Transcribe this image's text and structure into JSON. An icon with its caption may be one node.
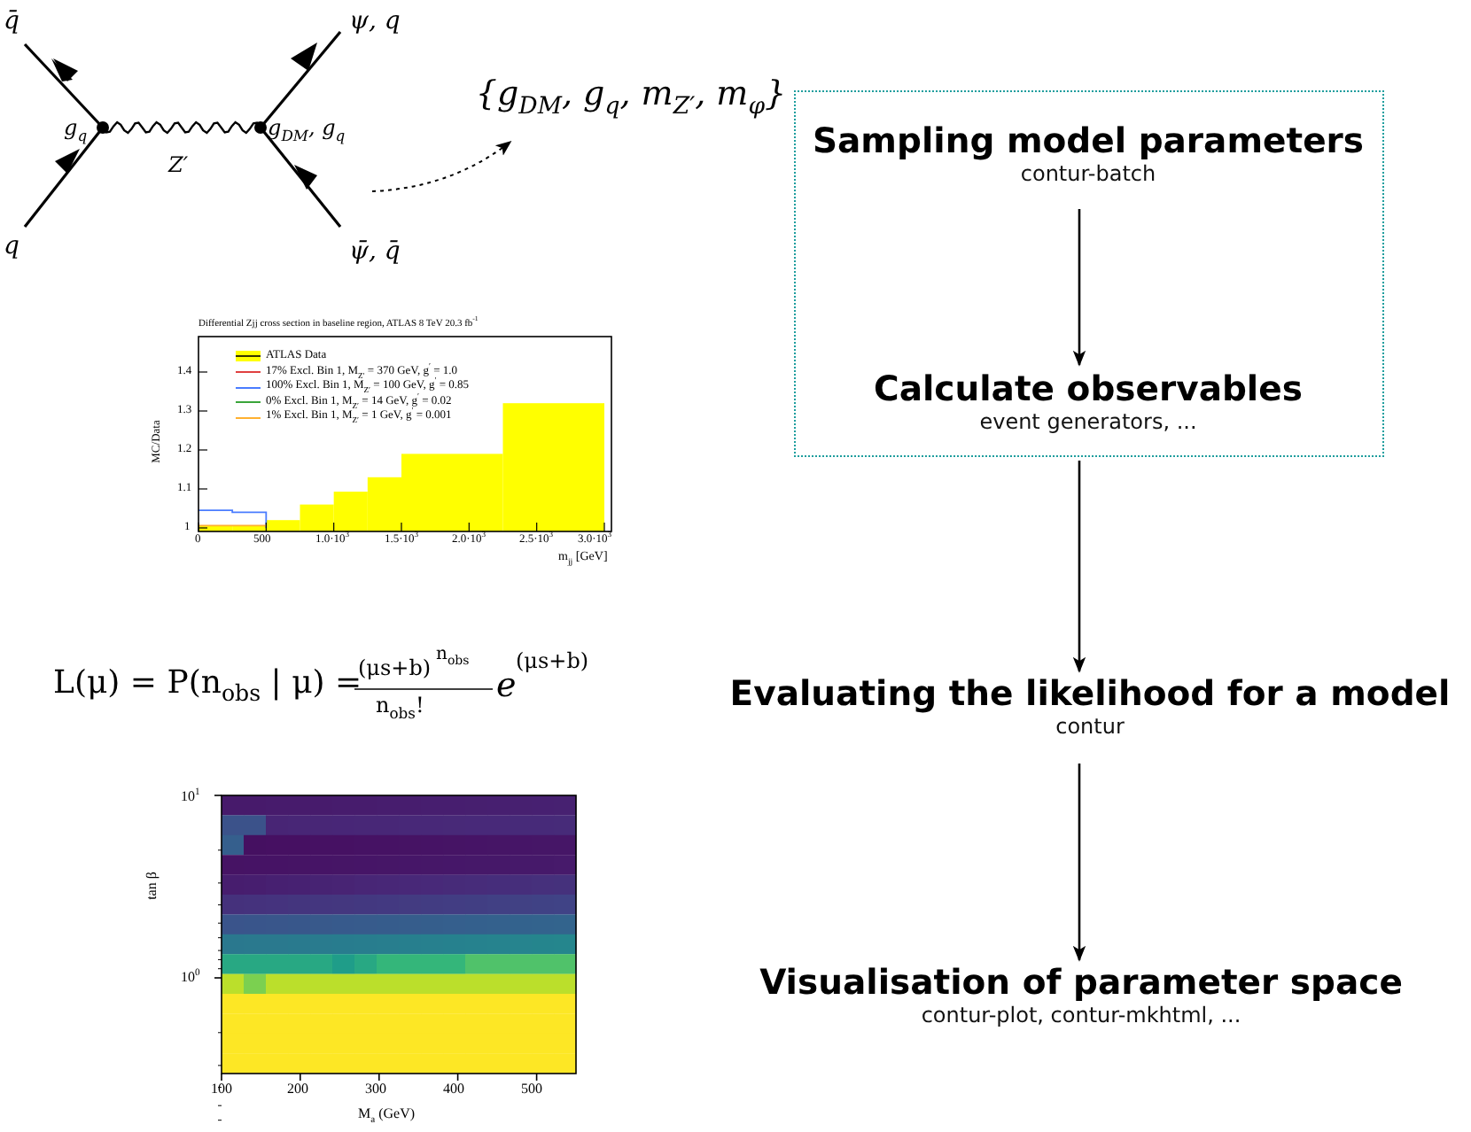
{
  "diagram": {
    "nodes": [
      {
        "text": [
          "{g$_{DM}$, g$_{q}$, m$_{Z′}$, m$_{φ}$}"
        ]
      },
      {
        "text": [],
        "shape": "box"
      },
      {
        "text": [
          "Sampling model parameters",
          "contur-batch"
        ],
        "in": 1
      },
      {
        "text": [
          "Calculate observables",
          "event generators, ..."
        ],
        "in": 1
      },
      {
        "text": [
          "Evaluating the likelihood for a model",
          "contur"
        ]
      },
      {
        "text": [
          "Visualisation of parameter space",
          "contur-plot, contur-mkhtml, ..."
        ]
      }
    ],
    "edges": [
      {
        "from": null,
        "to": 0,
        "arrow": "to",
        "style": "dashed"
      },
      {
        "from": 2,
        "to": 3,
        "arrow": "to"
      },
      {
        "from": 1,
        "to": 4,
        "arrow": "to"
      },
      {
        "from": 4,
        "to": 5,
        "arrow": "to"
      }
    ],
    "labels": [
      "q̄",
      "ψ, q",
      "g$_{q}$",
      "g$_{DM}$, g$_{q}$",
      "Z′",
      "q",
      "ψ̄, q̄",
      "Differential Zjj cross section in baseline region, ATLAS 8 TeV 20.3 fb$^{-1}$",
      "MC/Data",
      "1.4",
      "1.3",
      "1.2",
      "1.1",
      "1",
      "0",
      "500",
      "1.0·10$^{3}$",
      "1.5·10$^{3}$",
      "2.0·10$^{3}$",
      "2.5·10$^{3}$",
      "3.0·10$^{3}$",
      "m$_{jj}$ [GeV]",
      "L(μ) = P(n$_{obs}$ | μ) =",
      "(μs+b)",
      "n$_{obs}$",
      "n$_{obs}$!",
      "e",
      "(μs+b)",
      "10$^{1}$",
      "tan β",
      "10$^{0}$",
      "100",
      "200",
      "300",
      "400",
      "500",
      "M$_{a}$ (GeV)"
    ],
    "legend": [
      {
        "text": "ATLAS Data",
        "color": "#ffff00"
      },
      {
        "text": "17% Excl. Bin 1, M$_{Z′}$ = 370 GeV, g$^{′}$ = 1.0"
      },
      {
        "text": "100% Excl. Bin 1, M$_{Z′}$ = 100 GeV, g$^{′}$ = 0.85"
      },
      {
        "text": "0% Excl. Bin 1, M$_{Z′}$ = 14 GeV, g$^{′}$ = 0.02"
      },
      {
        "text": "1% Excl. Bin 1, M$_{Z′}$ = 1 GeV, g$^{′}$ = 0.001"
      }
    ]
  }
}
